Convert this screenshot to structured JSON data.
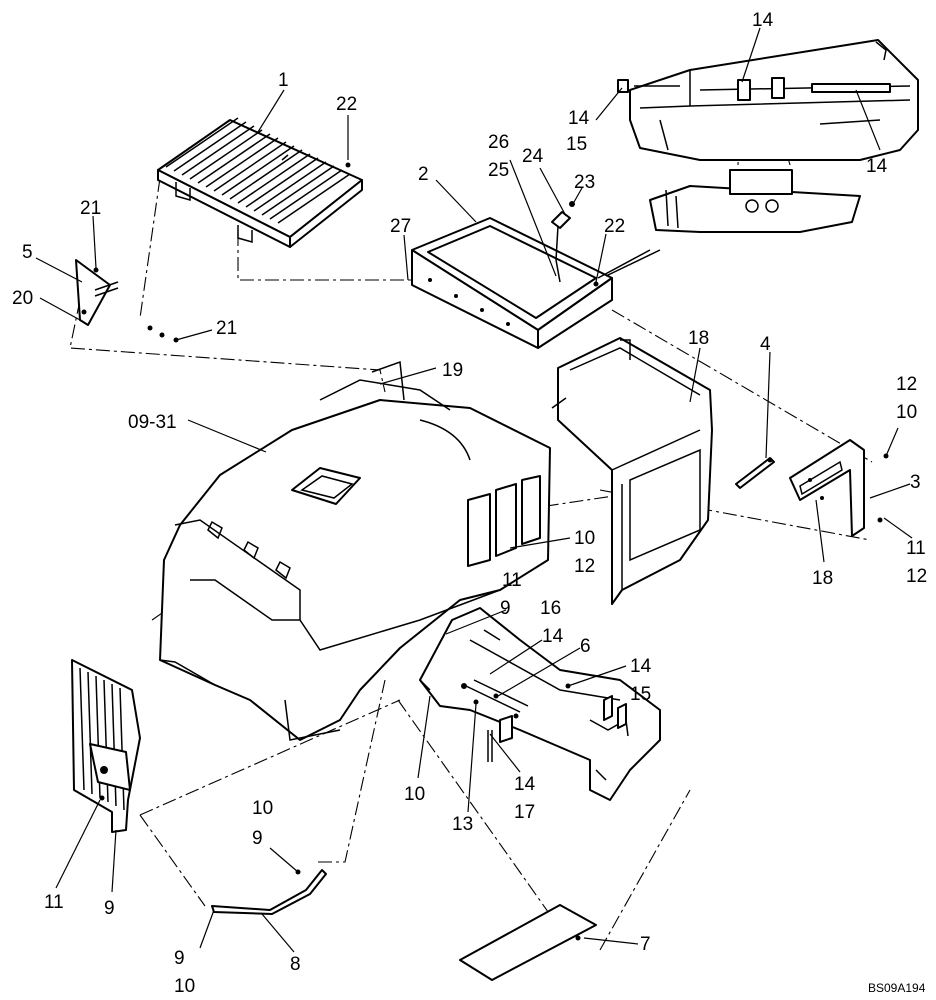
{
  "diagram_code": "BS09A194",
  "callouts": [
    {
      "id": "c-1",
      "text": "1"
    },
    {
      "id": "c-22a",
      "text": "22"
    },
    {
      "id": "c-21a",
      "text": "21"
    },
    {
      "id": "c-5",
      "text": "5"
    },
    {
      "id": "c-20",
      "text": "20"
    },
    {
      "id": "c-21b",
      "text": "21"
    },
    {
      "id": "c-2",
      "text": "2"
    },
    {
      "id": "c-26",
      "text": "26"
    },
    {
      "id": "c-25",
      "text": "25"
    },
    {
      "id": "c-24",
      "text": "24"
    },
    {
      "id": "c-23",
      "text": "23"
    },
    {
      "id": "c-27",
      "text": "27"
    },
    {
      "id": "c-22b",
      "text": "22"
    },
    {
      "id": "c-14a",
      "text": "14"
    },
    {
      "id": "c-14b",
      "text": "14"
    },
    {
      "id": "c-15a",
      "text": "15"
    },
    {
      "id": "c-14c",
      "text": "14"
    },
    {
      "id": "c-19",
      "text": "19"
    },
    {
      "id": "c-09-31",
      "text": "09-31"
    },
    {
      "id": "c-18a",
      "text": "18"
    },
    {
      "id": "c-4",
      "text": "4"
    },
    {
      "id": "c-12a",
      "text": "12"
    },
    {
      "id": "c-10a",
      "text": "10"
    },
    {
      "id": "c-3",
      "text": "3"
    },
    {
      "id": "c-18b",
      "text": "18"
    },
    {
      "id": "c-11a",
      "text": "11"
    },
    {
      "id": "c-12b",
      "text": "12"
    },
    {
      "id": "c-10b",
      "text": "10"
    },
    {
      "id": "c-12c",
      "text": "12"
    },
    {
      "id": "c-11b",
      "text": "11"
    },
    {
      "id": "c-9a",
      "text": "9"
    },
    {
      "id": "c-16",
      "text": "16"
    },
    {
      "id": "c-14d",
      "text": "14"
    },
    {
      "id": "c-6",
      "text": "6"
    },
    {
      "id": "c-14e",
      "text": "14"
    },
    {
      "id": "c-15b",
      "text": "15"
    },
    {
      "id": "c-10c",
      "text": "10"
    },
    {
      "id": "c-13",
      "text": "13"
    },
    {
      "id": "c-14f",
      "text": "14"
    },
    {
      "id": "c-17",
      "text": "17"
    },
    {
      "id": "c-10d",
      "text": "10"
    },
    {
      "id": "c-9b",
      "text": "9"
    },
    {
      "id": "c-11c",
      "text": "11"
    },
    {
      "id": "c-9c",
      "text": "9"
    },
    {
      "id": "c-9d",
      "text": "9"
    },
    {
      "id": "c-10e",
      "text": "10"
    },
    {
      "id": "c-8",
      "text": "8"
    },
    {
      "id": "c-7",
      "text": "7"
    }
  ]
}
